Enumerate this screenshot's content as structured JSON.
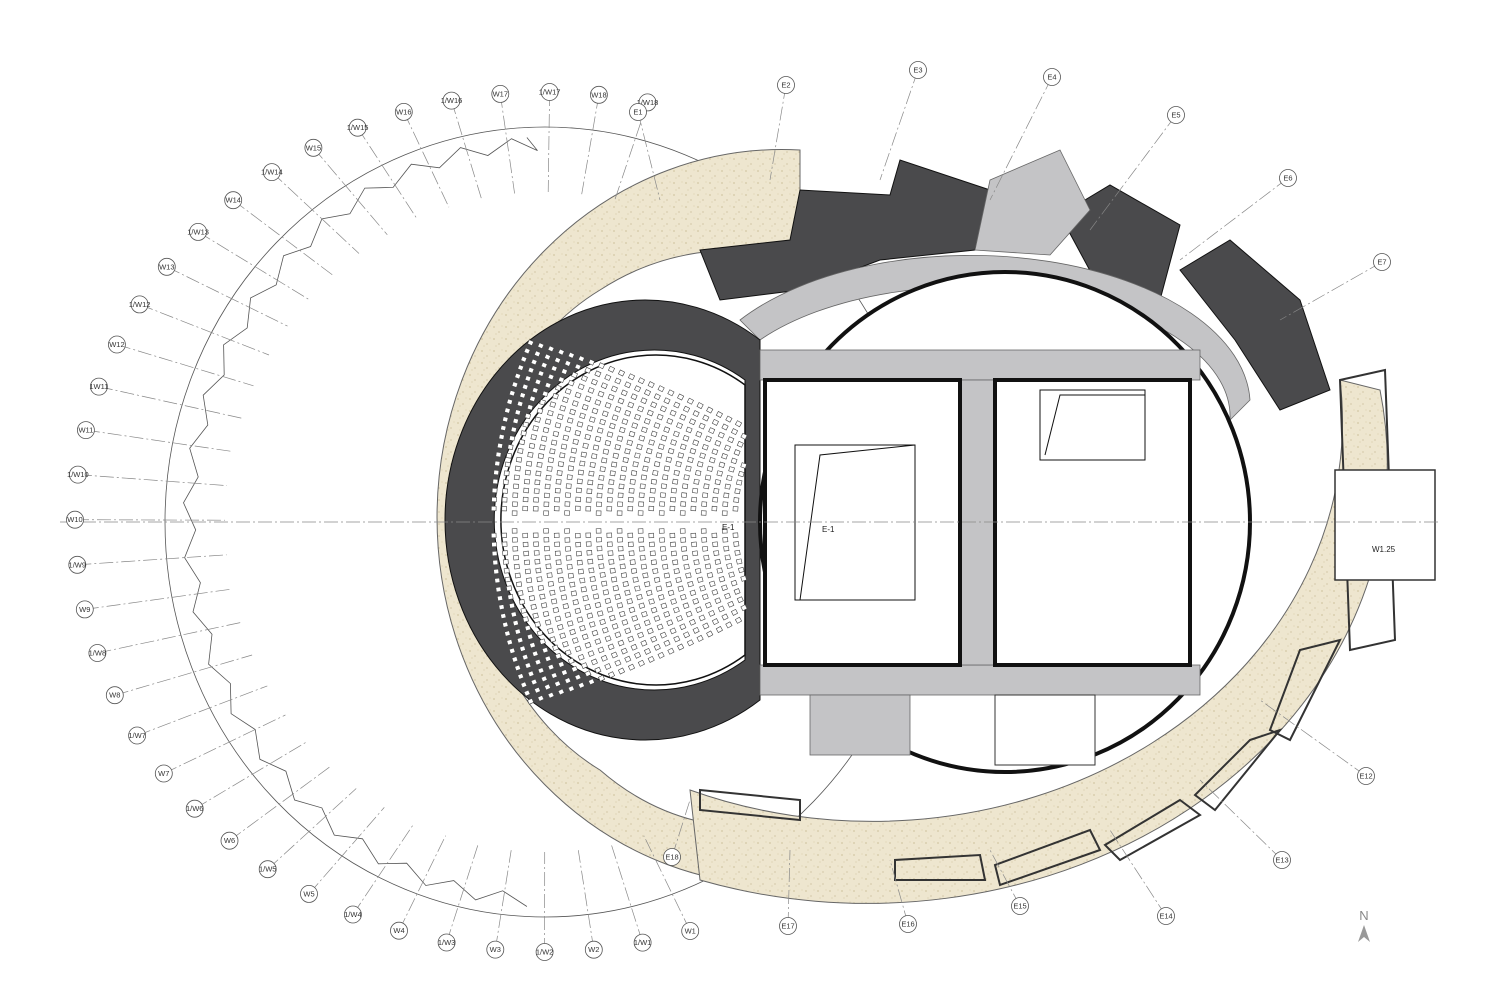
{
  "plan": {
    "north_label": "N",
    "section_marks": [
      "E-1",
      "E-1"
    ],
    "room_tag": "W1.25",
    "west_axes": [
      "W1",
      "1/W1",
      "W2",
      "1/W2",
      "W3",
      "1/W3",
      "W4",
      "1/W4",
      "W5",
      "1/W5",
      "W6",
      "1/W6",
      "W7",
      "1/W7",
      "W8",
      "1/W8",
      "W9",
      "1/W9",
      "W10",
      "1/W10",
      "W11",
      "1W11",
      "W12",
      "1/W12",
      "W13",
      "1/W13",
      "W14",
      "1/W14",
      "W15",
      "1/W15",
      "W16",
      "1/W16",
      "W17",
      "1/W17",
      "W18",
      "1/W18"
    ],
    "east_axes": [
      "E1",
      "E2",
      "E3",
      "E4",
      "E5",
      "E6",
      "E7",
      "E12",
      "E13",
      "E14",
      "E15",
      "E16",
      "E17",
      "E18"
    ],
    "colors": {
      "dark_zone": "#4a4a4c",
      "circulation": "#c4c4c6",
      "paving": "#eee6cf",
      "walls": "#1a1a1a",
      "background": "#ffffff"
    }
  }
}
